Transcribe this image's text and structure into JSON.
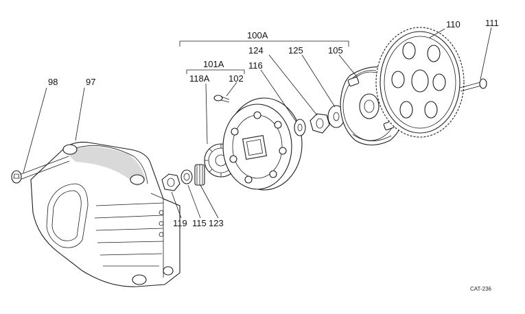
{
  "labels": {
    "p98": "98",
    "p97": "97",
    "p100A": "100A",
    "p101A": "101A",
    "p118A": "118A",
    "p102": "102",
    "p116": "116",
    "p124": "124",
    "p125": "125",
    "p105": "105",
    "p110": "110",
    "p111": "111",
    "p119": "119",
    "p115": "115",
    "p123": "123"
  },
  "catalog_code": "CAT-236"
}
